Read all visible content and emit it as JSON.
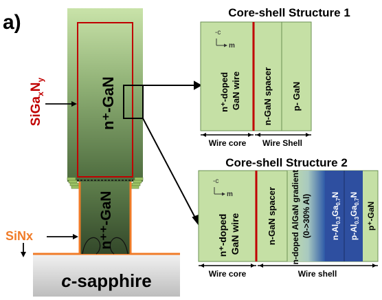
{
  "panel_label": "a)",
  "wire": {
    "core_label": "n⁺-GaN",
    "base_label": "n⁺⁺-GaN",
    "shell_label_main": "SiGa",
    "shell_sub_x": "x",
    "shell_label_n": "N",
    "shell_sub_y": "y",
    "sinx_label": "SiNx",
    "substrate_italic": "c",
    "substrate_rest": "-sapphire"
  },
  "structure1": {
    "title": "Core-shell Structure 1",
    "c_axis": "-c",
    "m_axis": "m",
    "layers": [
      "n⁺-doped GaN wire",
      "n-GaN spacer",
      "p- GaN"
    ],
    "bottom_labels": [
      "Wire core",
      "Wire Shell"
    ]
  },
  "structure2": {
    "title": "Core-shell Structure 2",
    "c_axis": "-c",
    "m_axis": "m",
    "layers": [
      "n⁺-doped GaN wire",
      "n-GaN spacer",
      "n-doped AlGaN gradient (0->30% Al)",
      "n-Al0.3Ga0.7N",
      "p-Al0.3Ga0.7N",
      "p⁺-GaN"
    ],
    "bottom_labels": [
      "Wire core",
      "Wire shell"
    ]
  },
  "colors": {
    "green_light": "#c5e0a5",
    "green_dark": "#3e5a30",
    "shell_red": "#c00000",
    "sinx_orange": "#f07b28",
    "algan_blue": "#2e4fa0",
    "gray": "#d9d9d9"
  }
}
